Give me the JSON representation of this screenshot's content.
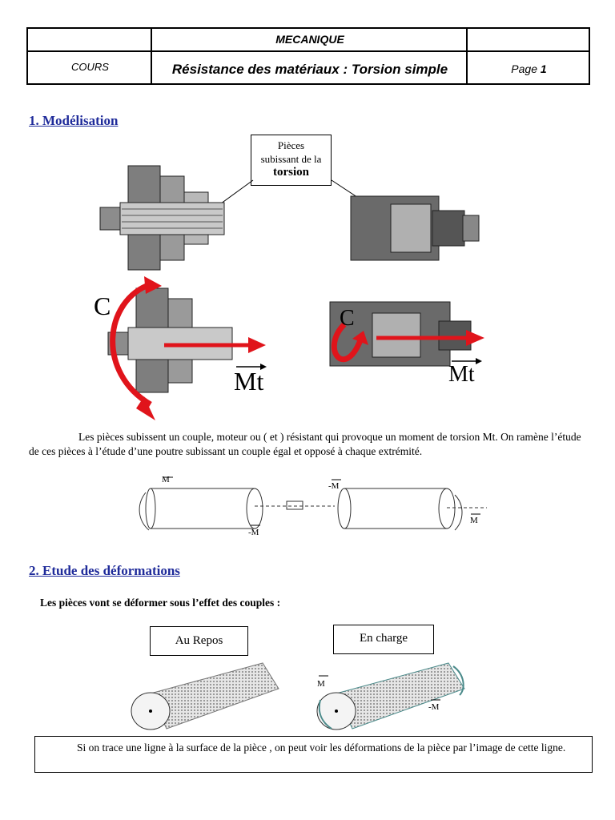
{
  "header": {
    "subject": "MECANIQUE",
    "left_label": "COURS",
    "title": "Résistance des matériaux : Torsion simple",
    "page_label": "Page",
    "page_number": "1"
  },
  "section1": {
    "title": "1. Modélisation",
    "callout_line1": "Pièces",
    "callout_line2": "subissant de la",
    "callout_line3": "torsion",
    "label_c_left": "C",
    "label_mt_left": "Mt",
    "label_c_right": "C",
    "label_mt_right": "Mt",
    "paragraph": "Les pièces subissent un couple, moteur  ou ( et )  résistant qui provoque un moment de torsion Mt. On ramène l’étude de ces pièces à l’étude d’une poutre subissant un couple égal et opposé à chaque extrémité.",
    "beam_m1": "M",
    "beam_m2": "-M",
    "beam_m3": "-M",
    "beam_m4": "M"
  },
  "section2": {
    "title": "2. Etude des déformations",
    "intro": "Les pièces vont se déformer sous l’effet des couples :",
    "box_rest": "Au Repos",
    "box_load": "En charge",
    "load_m": "M",
    "load_minus_m": "-M",
    "note": "Si on trace une ligne à la surface de la pièce , on peut voir les déformations de la pièce par l’image de cette ligne."
  },
  "colors": {
    "section_title": "#1f2b9a",
    "arrow": "#e0141b"
  }
}
